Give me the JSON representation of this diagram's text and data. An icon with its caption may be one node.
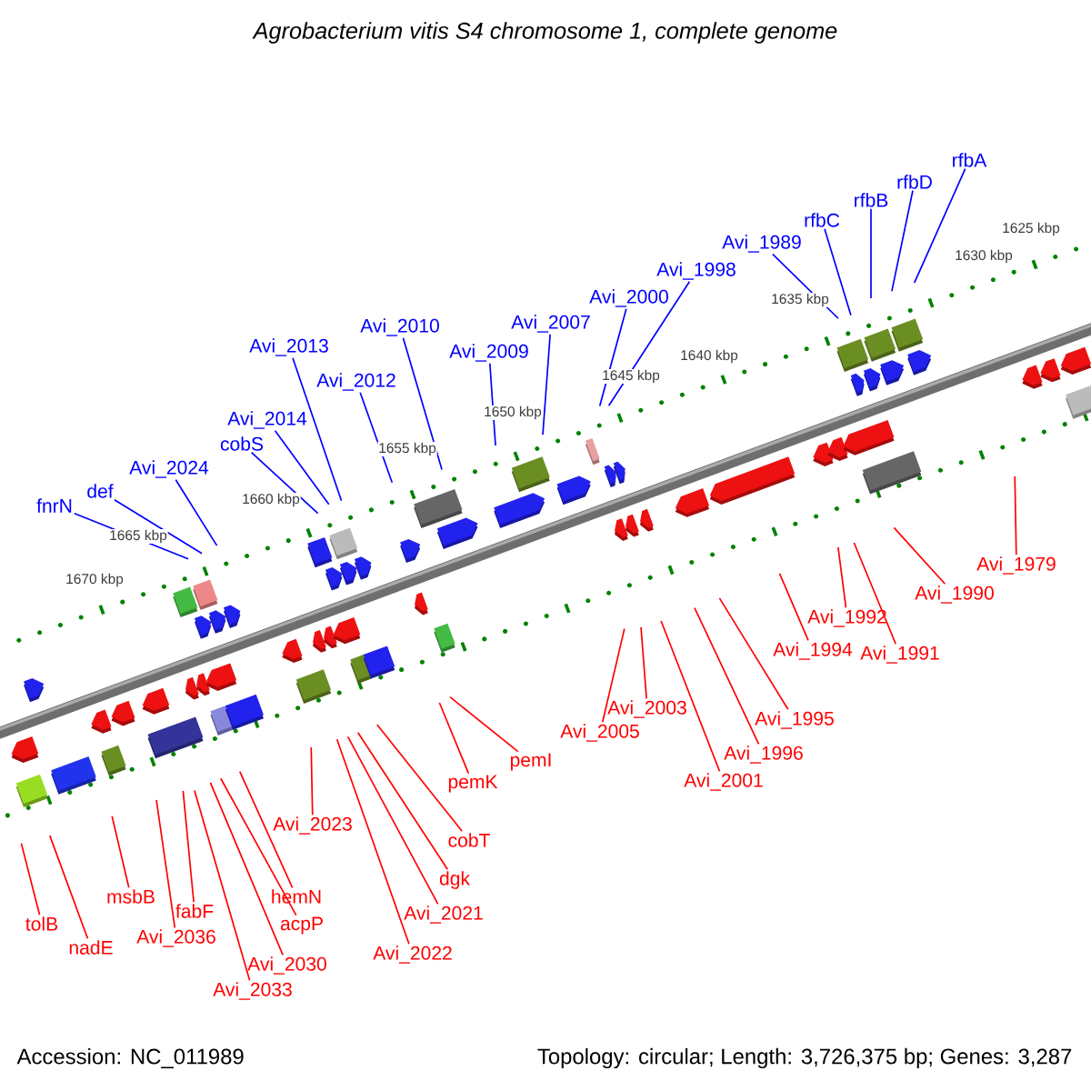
{
  "diagram": {
    "title": "Agrobacterium vitis S4 chromosome 1, complete genome",
    "nodes": [
      {
        "text": [
          "fnrN"
        ]
      },
      {
        "text": [
          "def"
        ]
      },
      {
        "text": [
          "Avi_2024"
        ]
      },
      {
        "text": [
          "cobS"
        ]
      },
      {
        "text": [
          "Avi_2013"
        ]
      },
      {
        "text": [
          "Avi_2014"
        ]
      },
      {
        "text": [
          "Avi_2012"
        ]
      },
      {
        "text": [
          "Avi_2010"
        ]
      },
      {
        "text": [
          "Avi_2009"
        ]
      },
      {
        "text": [
          "Avi_2007"
        ]
      },
      {
        "text": [
          "Avi_2000"
        ]
      },
      {
        "text": [
          "Avi_1998"
        ]
      },
      {
        "text": [
          "Avi_1989"
        ]
      },
      {
        "text": [
          "rfbC"
        ]
      },
      {
        "text": [
          "rfbB"
        ]
      },
      {
        "text": [
          "rfbD"
        ]
      },
      {
        "text": [
          "rfbA"
        ]
      },
      {
        "text": [
          "tolB"
        ]
      },
      {
        "text": [
          "nadE"
        ]
      },
      {
        "text": [
          "msbB"
        ]
      },
      {
        "text": [
          "Avi_2036"
        ]
      },
      {
        "text": [
          "fabF"
        ]
      },
      {
        "text": [
          "Avi_2033"
        ]
      },
      {
        "text": [
          "Avi_2030"
        ]
      },
      {
        "text": [
          "acpP"
        ]
      },
      {
        "text": [
          "hemN"
        ]
      },
      {
        "text": [
          "Avi_2023"
        ]
      },
      {
        "text": [
          "dgk"
        ]
      },
      {
        "text": [
          "Avi_2021"
        ]
      },
      {
        "text": [
          "Avi_2022"
        ]
      },
      {
        "text": [
          "cobT"
        ]
      },
      {
        "text": [
          "pemK"
        ]
      },
      {
        "text": [
          "pemI"
        ]
      },
      {
        "text": [
          "Avi_2005"
        ]
      },
      {
        "text": [
          "Avi_2003"
        ]
      },
      {
        "text": [
          "Avi_2001"
        ]
      },
      {
        "text": [
          "Avi_1996"
        ]
      },
      {
        "text": [
          "Avi_1995"
        ]
      },
      {
        "text": [
          "Avi_1994"
        ]
      },
      {
        "text": [
          "Avi_1992"
        ]
      },
      {
        "text": [
          "Avi_1991"
        ]
      },
      {
        "text": [
          "Avi_1990"
        ]
      },
      {
        "text": [
          "Avi_1979"
        ]
      }
    ],
    "edges": [
      {
        "from": 0,
        "to": null,
        "arrow": "none",
        "color": "#0000ff"
      },
      {
        "from": 1,
        "to": null,
        "arrow": "none",
        "color": "#0000ff"
      },
      {
        "from": 2,
        "to": null,
        "arrow": "none",
        "color": "#0000ff"
      },
      {
        "from": 3,
        "to": null,
        "arrow": "none",
        "color": "#0000ff"
      },
      {
        "from": 4,
        "to": null,
        "arrow": "none",
        "color": "#0000ff"
      },
      {
        "from": 5,
        "to": null,
        "arrow": "none",
        "color": "#0000ff"
      },
      {
        "from": 6,
        "to": null,
        "arrow": "none",
        "color": "#0000ff"
      },
      {
        "from": 7,
        "to": null,
        "arrow": "none",
        "color": "#0000ff"
      },
      {
        "from": 8,
        "to": null,
        "arrow": "none",
        "color": "#0000ff"
      },
      {
        "from": 9,
        "to": null,
        "arrow": "none",
        "color": "#0000ff"
      },
      {
        "from": 10,
        "to": null,
        "arrow": "none",
        "color": "#0000ff"
      },
      {
        "from": 11,
        "to": null,
        "arrow": "none",
        "color": "#0000ff"
      },
      {
        "from": 12,
        "to": null,
        "arrow": "none",
        "color": "#0000ff"
      },
      {
        "from": 13,
        "to": null,
        "arrow": "none",
        "color": "#0000ff"
      },
      {
        "from": 14,
        "to": null,
        "arrow": "none",
        "color": "#0000ff"
      },
      {
        "from": 15,
        "to": null,
        "arrow": "none",
        "color": "#0000ff"
      },
      {
        "from": 16,
        "to": null,
        "arrow": "none",
        "color": "#0000ff"
      },
      {
        "from": 17,
        "to": null,
        "arrow": "none"
      },
      {
        "from": 18,
        "to": null,
        "arrow": "none"
      },
      {
        "from": 19,
        "to": null,
        "arrow": "none"
      },
      {
        "from": 20,
        "to": null,
        "arrow": "none"
      },
      {
        "from": 21,
        "to": null,
        "arrow": "none"
      },
      {
        "from": 22,
        "to": null,
        "arrow": "none"
      },
      {
        "from": 23,
        "to": null,
        "arrow": "none"
      },
      {
        "from": 24,
        "to": null,
        "arrow": "none"
      },
      {
        "from": 25,
        "to": null,
        "arrow": "none"
      },
      {
        "from": 26,
        "to": null,
        "arrow": "none"
      },
      {
        "from": 27,
        "to": null,
        "arrow": "none"
      },
      {
        "from": 28,
        "to": null,
        "arrow": "none"
      },
      {
        "from": 29,
        "to": null,
        "arrow": "none"
      },
      {
        "from": 30,
        "to": null,
        "arrow": "none"
      },
      {
        "from": 31,
        "to": null,
        "arrow": "none"
      },
      {
        "from": 32,
        "to": null,
        "arrow": "none"
      },
      {
        "from": 33,
        "to": null,
        "arrow": "none"
      },
      {
        "from": 34,
        "to": null,
        "arrow": "none"
      },
      {
        "from": 35,
        "to": null,
        "arrow": "none"
      },
      {
        "from": 36,
        "to": null,
        "arrow": "none"
      },
      {
        "from": 37,
        "to": null,
        "arrow": "none"
      },
      {
        "from": 38,
        "to": null,
        "arrow": "none"
      },
      {
        "from": 39,
        "to": null,
        "arrow": "none"
      },
      {
        "from": 40,
        "to": null,
        "arrow": "none"
      },
      {
        "from": 41,
        "to": null,
        "arrow": "none"
      },
      {
        "from": 42,
        "to": null,
        "arrow": "none"
      }
    ],
    "labels": [
      "1625 kbp",
      "1630 kbp",
      "1635 kbp",
      "1640 kbp",
      "1645 kbp",
      "1650 kbp",
      "1655 kbp",
      "1660 kbp",
      "1665 kbp",
      "1670 kbp",
      "Accession: NC_011989",
      "Topology: circular; Length: 3,726,375 bp; Genes: 3,287"
    ]
  }
}
